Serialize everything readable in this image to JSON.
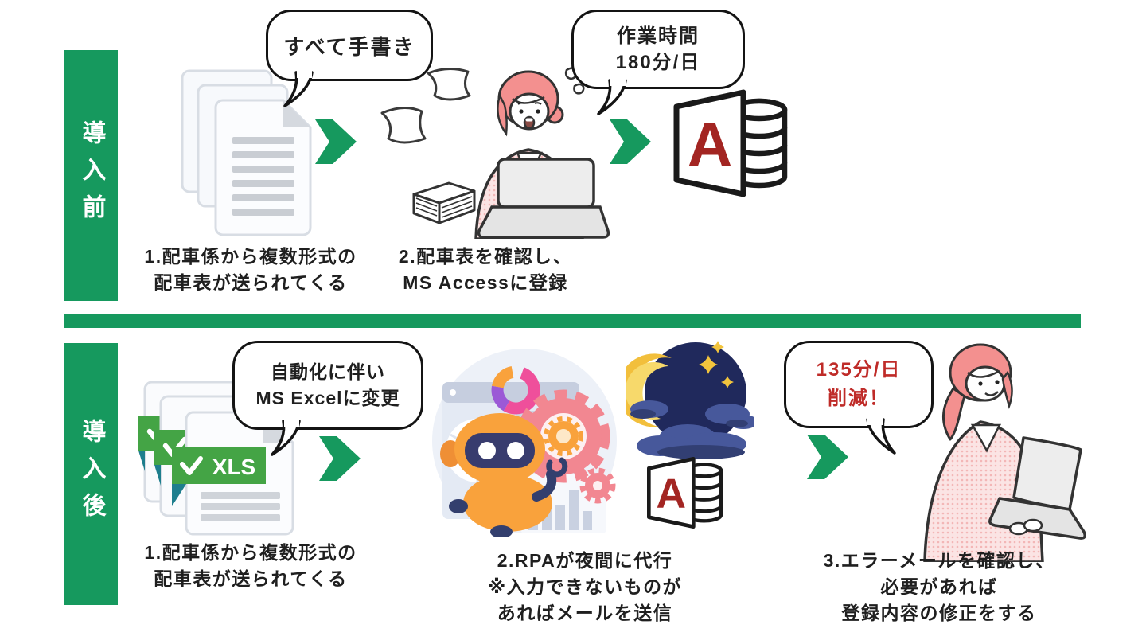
{
  "colors": {
    "accent_green": "#16995e",
    "xls_badge_green": "#44a445",
    "ribbon_fold_teal": "#1e7e8d",
    "access_letter_red": "#a32522",
    "saving_text_red": "#bf2b28",
    "caption_text": "#1f1f1f"
  },
  "before": {
    "label": "導入前",
    "bubble_handwritten": "すべて手書き",
    "bubble_worktime": [
      "作業時間",
      "180分/日"
    ],
    "step1": [
      "1.配車係から複数形式の",
      "配車表が送られてくる"
    ],
    "step2": [
      "2.配車表を確認し、",
      "MS Accessに登録"
    ]
  },
  "after": {
    "label": "導入後",
    "bubble_excel": [
      "自動化に伴い",
      "MS Excelに変更"
    ],
    "bubble_saving": [
      "135分/日",
      "削減！"
    ],
    "step1": [
      "1.配車係から複数形式の",
      "配車表が送られてくる"
    ],
    "step2": [
      "2.RPAが夜間に代行",
      "※入力できないものが",
      "あればメールを送信"
    ],
    "step3": [
      "3.エラーメールを確認し、",
      "必要があれば",
      "登録内容の修正をする"
    ]
  },
  "icons": {
    "access_letter": "A",
    "xls_label": "XLS"
  }
}
